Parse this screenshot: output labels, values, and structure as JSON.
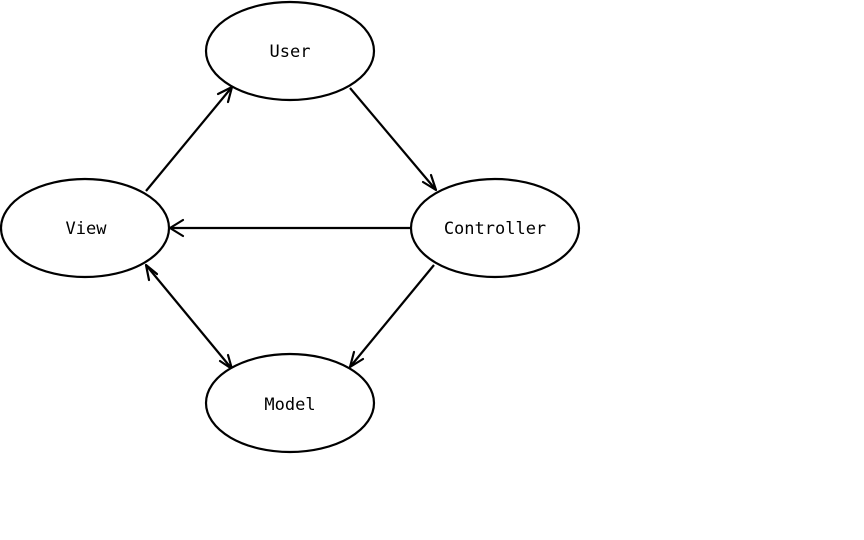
{
  "diagram": {
    "nodes": {
      "user": {
        "label": "User"
      },
      "view": {
        "label": "View"
      },
      "controller": {
        "label": "Controller"
      },
      "model": {
        "label": "Model"
      }
    },
    "edges": [
      {
        "from": "User",
        "to": "Controller",
        "direction": "forward"
      },
      {
        "from": "Controller",
        "to": "View",
        "direction": "forward"
      },
      {
        "from": "Controller",
        "to": "Model",
        "direction": "forward"
      },
      {
        "from": "View",
        "to": "User",
        "direction": "forward"
      },
      {
        "from": "View",
        "to": "Model",
        "direction": "both"
      }
    ],
    "colors": {
      "stroke": "#000000",
      "background": "#ffffff"
    }
  }
}
